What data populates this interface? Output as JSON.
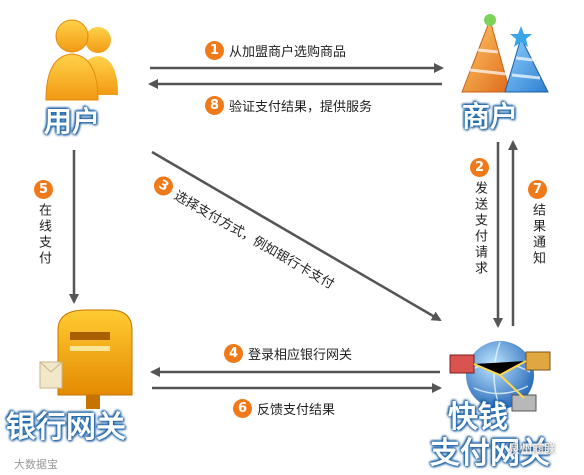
{
  "nodes": {
    "user": "用户",
    "merchant": "商户",
    "bank": "银行网关",
    "kuaiqian_line1": "快钱",
    "kuaiqian_line2": "支付网关"
  },
  "steps": [
    {
      "num": "1",
      "text": "从加盟商户选购商品"
    },
    {
      "num": "8",
      "text": "验证支付结果，提供服务"
    },
    {
      "num": "2",
      "text": "发送支付请求"
    },
    {
      "num": "7",
      "text": "结果通知"
    },
    {
      "num": "5",
      "text": "在线支付"
    },
    {
      "num": "3",
      "text": "选择支付方式，例如银行卡支付"
    },
    {
      "num": "4",
      "text": "登录相应银行网关"
    },
    {
      "num": "6",
      "text": "反馈支付结果"
    }
  ],
  "watermarks": {
    "bottom_left": "大数据宝",
    "bottom_right": "泉州商联"
  },
  "colors": {
    "step_badge": "#f07a1a",
    "arrow": "#555555",
    "node_label_outline": "#1f6fb8"
  }
}
